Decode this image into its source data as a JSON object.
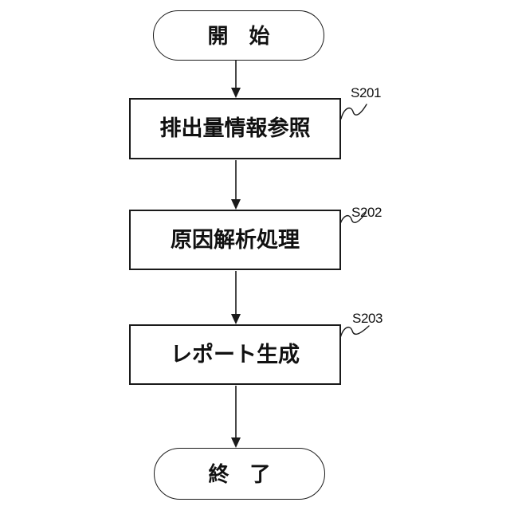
{
  "diagram": {
    "nodes": {
      "start": "開　始",
      "end": "終　了"
    },
    "steps": [
      {
        "label": "排出量情報参照",
        "tag": "S201"
      },
      {
        "label": "原因解析処理",
        "tag": "S202"
      },
      {
        "label": "レポート生成",
        "tag": "S203"
      }
    ],
    "colors": {
      "line": "#1a1a1a",
      "text": "#111111",
      "background": "#ffffff"
    }
  }
}
